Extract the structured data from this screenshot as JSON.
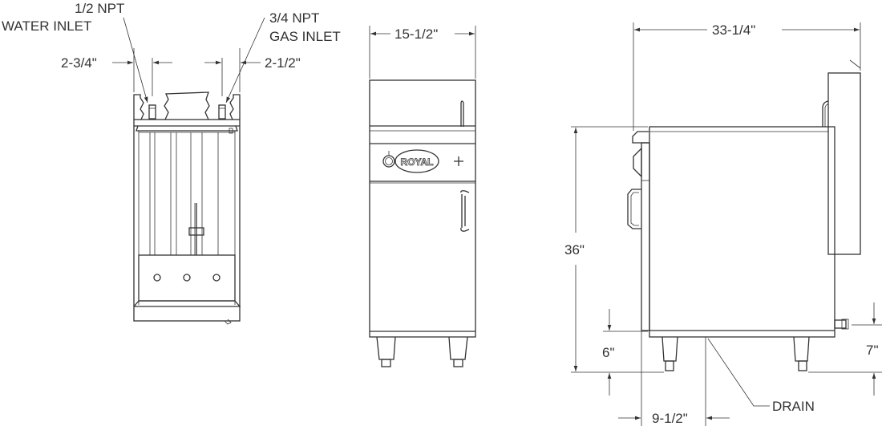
{
  "views": {
    "rear": {
      "water_inlet_label_1": "1/2 NPT",
      "water_inlet_label_2": "WATER INLET",
      "gas_inlet_label_1": "3/4 NPT",
      "gas_inlet_label_2": "GAS INLET",
      "dim_left": "2-3/4\"",
      "dim_right": "2-1/2\""
    },
    "front": {
      "dim_width": "15-1/2\"",
      "logo": "ROYAL"
    },
    "side": {
      "dim_depth": "33-1/4\"",
      "dim_height": "36\"",
      "dim_leg_front": "6\"",
      "dim_drain_height": "7\"",
      "dim_drain_offset": "9-1/2\"",
      "drain_label": "DRAIN"
    }
  }
}
